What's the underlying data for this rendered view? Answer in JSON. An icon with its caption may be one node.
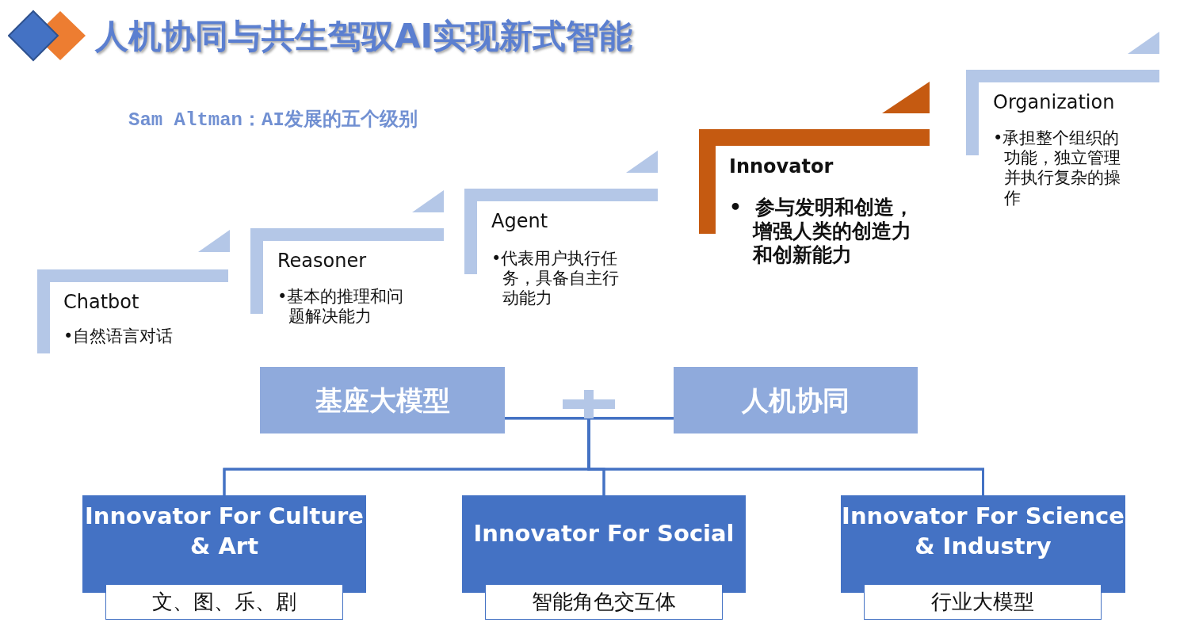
{
  "diagram": {
    "title": "人机协同与共生驾驭AI实现新式智能",
    "nodes": [
      {
        "text": [
          "Chatbot",
          "•自然语言对话"
        ]
      },
      {
        "text": [
          "Reasoner",
          "•基本的推理和问题解决能力"
        ]
      },
      {
        "text": [
          "Agent",
          "•代表用户执行任务，具备自主行动能力"
        ]
      },
      {
        "text": [
          "Innovator",
          "•  参与发明和创造，增强人类的创造力和创新能力"
        ]
      },
      {
        "text": [
          "Organization",
          "•承担整个组织的功能，独立管理并执行复杂的操作"
        ]
      },
      {
        "text": [
          "基座大模型"
        ]
      },
      {
        "text": [
          "人机协同"
        ]
      },
      {
        "text": [
          "Innovator For Culture & Art"
        ]
      },
      {
        "text": [
          "文、图、乐、剧"
        ]
      },
      {
        "text": [
          "Innovator For Social"
        ]
      },
      {
        "text": [
          "智能角色交互体"
        ]
      },
      {
        "text": [
          "Innovator For Science & Industry"
        ]
      },
      {
        "text": [
          "行业大模型"
        ]
      }
    ],
    "edges": [
      {
        "from": 5,
        "to": 7,
        "arrow": "none"
      },
      {
        "from": 5,
        "to": 9,
        "arrow": "none"
      },
      {
        "from": 5,
        "to": 11,
        "arrow": "none"
      },
      {
        "from": 6,
        "to": 7,
        "arrow": "none"
      },
      {
        "from": 6,
        "to": 9,
        "arrow": "none"
      },
      {
        "from": 6,
        "to": 11,
        "arrow": "none"
      }
    ],
    "labels": [
      "Sam Altman：AI发展的五个级别"
    ]
  }
}
